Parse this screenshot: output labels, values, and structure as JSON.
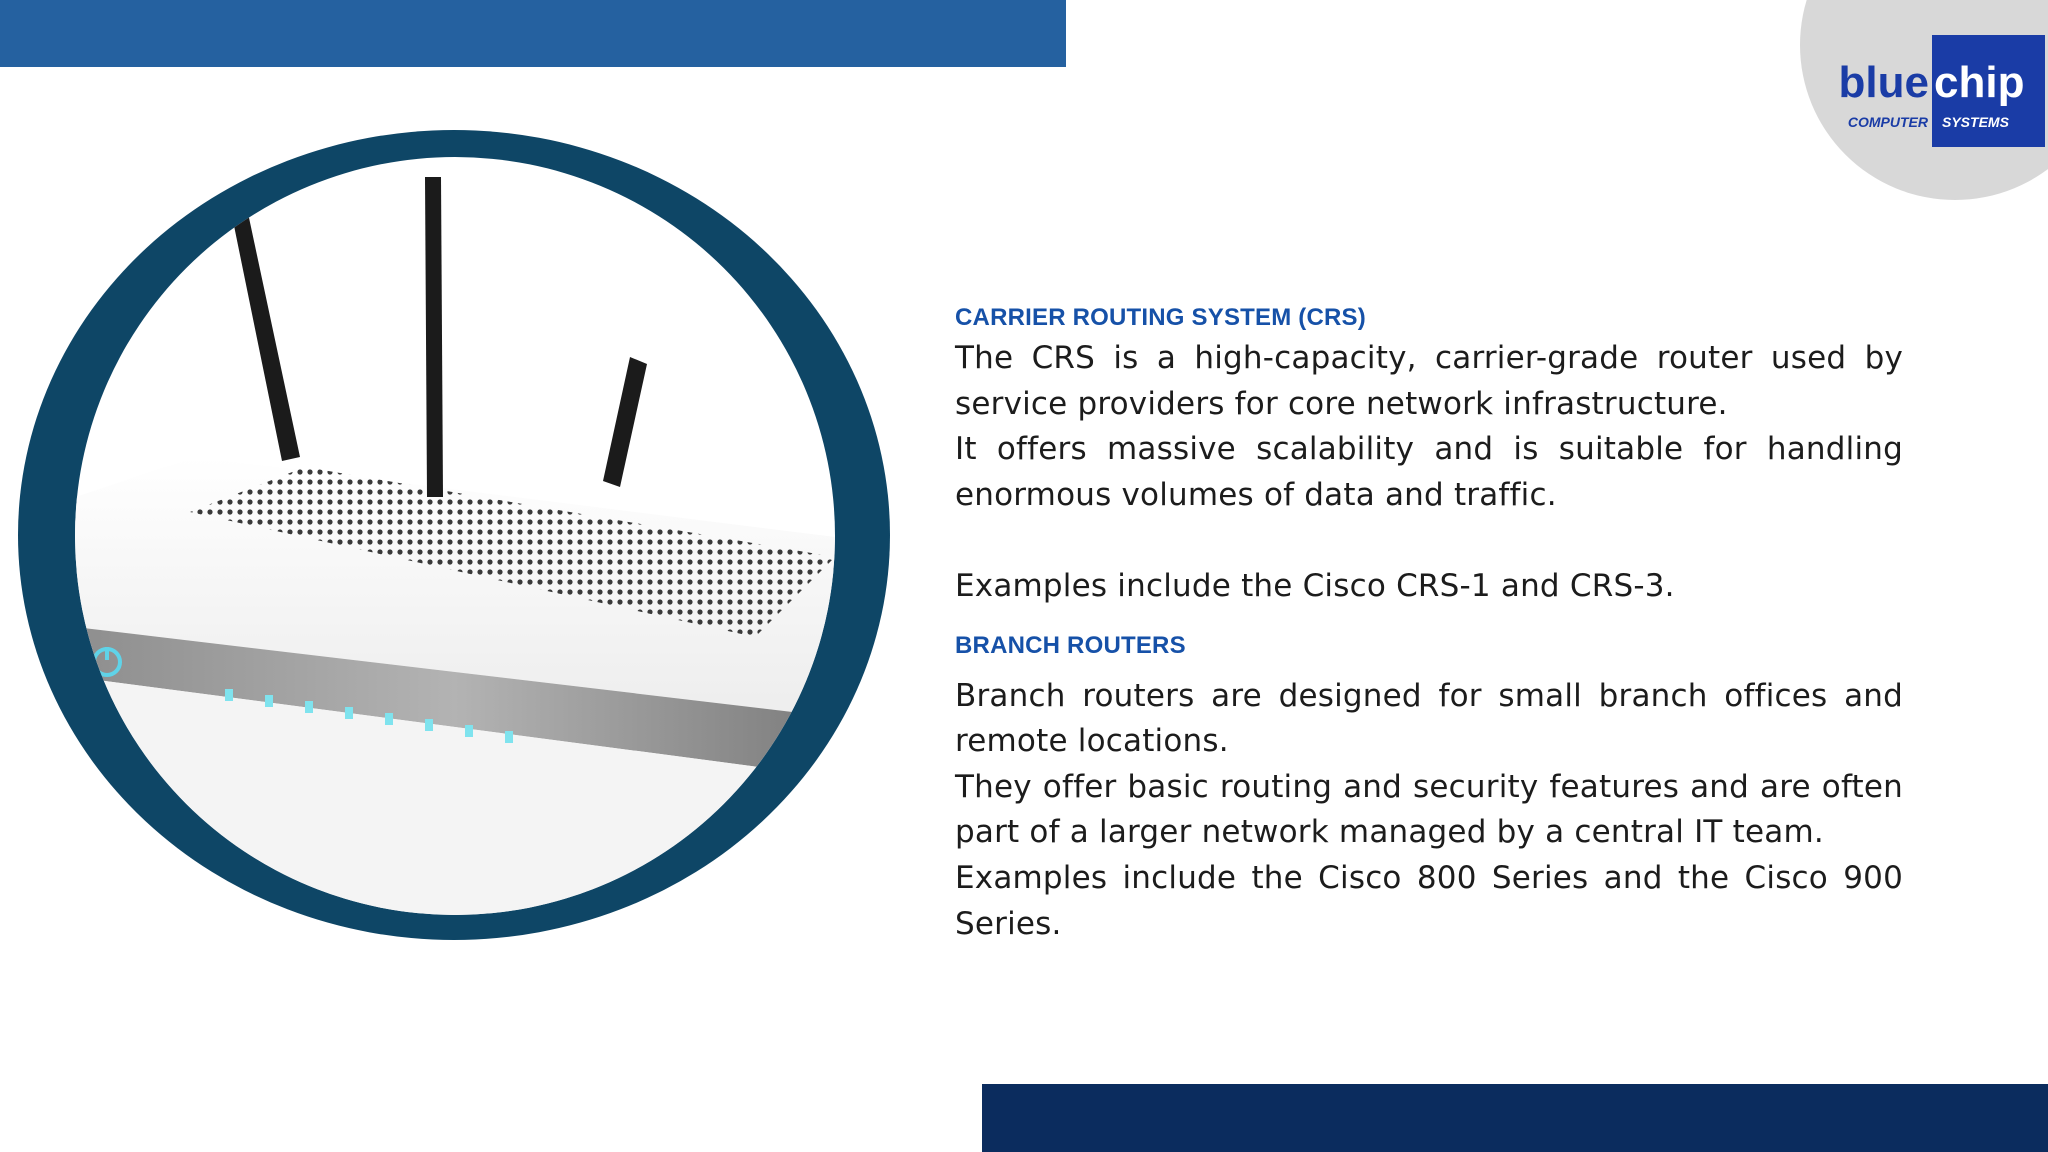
{
  "logo": {
    "word_blue": "blue",
    "word_chip": "chip",
    "sub_left": "COMPUTER",
    "sub_right": "SYSTEMS"
  },
  "sections": [
    {
      "heading": "CARRIER ROUTING SYSTEM (CRS)",
      "paragraphs": [
        "The CRS is a high-capacity, carrier-grade router used by service providers for core network infrastructure.",
        "It offers massive scalability and is suitable for handling enormous volumes of data and traffic.",
        "Examples include the Cisco CRS-1 and CRS-3."
      ]
    },
    {
      "heading": "BRANCH ROUTERS",
      "paragraphs": [
        "Branch routers are designed for small branch offices and remote locations.",
        "They offer basic routing and security features and are often part of a larger network managed by a central IT team.",
        "Examples include the Cisco 800 Series and the Cisco 900 Series."
      ]
    }
  ],
  "colors": {
    "top_bar": "#2561a0",
    "bottom_bar": "#0b2c5e",
    "heading": "#1651a8",
    "photo_ring": "#0e4666",
    "logo_box": "#1a3ca6"
  }
}
